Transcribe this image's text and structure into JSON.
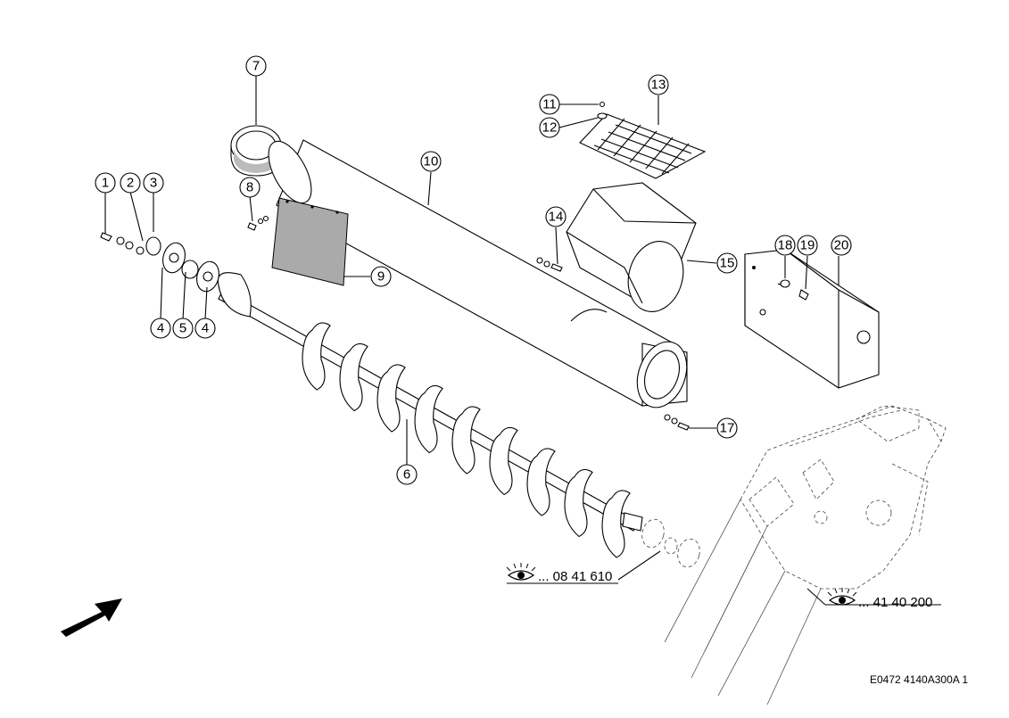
{
  "callouts": {
    "c1": "1",
    "c2": "2",
    "c3": "3",
    "c4a": "4",
    "c5": "5",
    "c4b": "4",
    "c6": "6",
    "c7": "7",
    "c8": "8",
    "c9": "9",
    "c10": "10",
    "c11": "11",
    "c12": "12",
    "c13": "13",
    "c14": "14",
    "c15": "15",
    "c17": "17",
    "c18": "18",
    "c19": "19",
    "c20": "20"
  },
  "references": {
    "ref1": "... 08 41 610",
    "ref2": "... 41 40 200"
  },
  "drawing_code": "E0472 4140A300A 1",
  "icons": [
    "eye-icon",
    "direction-arrow-icon"
  ]
}
